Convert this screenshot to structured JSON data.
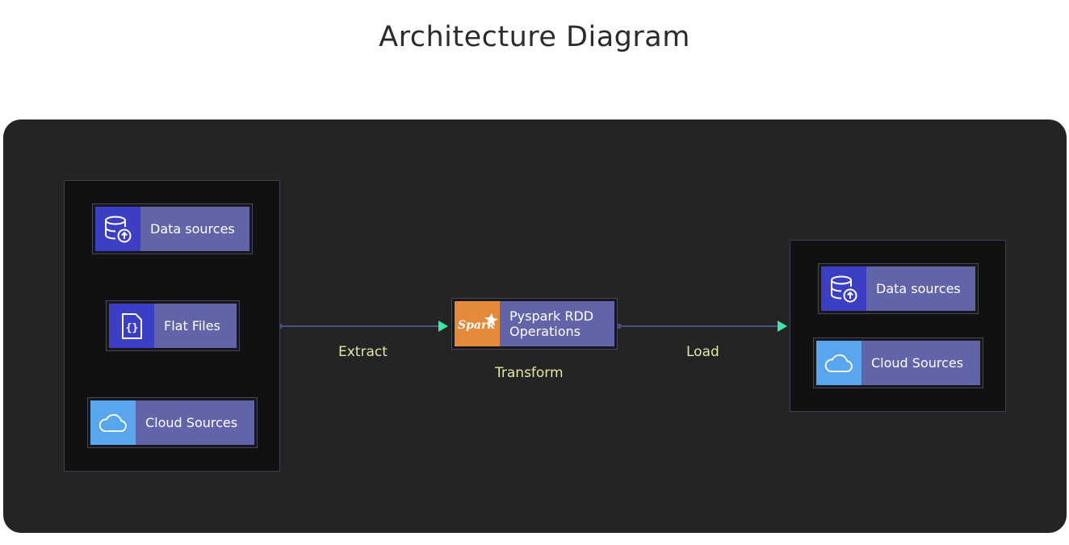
{
  "title": "Architecture Diagram",
  "source_group": {
    "nodes": [
      {
        "label": "Data sources",
        "icon": "database-upload-icon"
      },
      {
        "label": "Flat Files",
        "icon": "json-file-icon"
      },
      {
        "label": "Cloud Sources",
        "icon": "cloud-icon"
      }
    ]
  },
  "transform_node": {
    "label_line1": "Pyspark RDD",
    "label_line2": "Operations",
    "icon": "spark-logo-icon",
    "logo_text": "Spark"
  },
  "target_group": {
    "nodes": [
      {
        "label": "Data sources",
        "icon": "database-upload-icon"
      },
      {
        "label": "Cloud Sources",
        "icon": "cloud-icon"
      }
    ]
  },
  "edges": {
    "extract": "Extract",
    "transform": "Transform",
    "load": "Load"
  },
  "colors": {
    "canvas": "#242424",
    "group_background": "#111111",
    "group_border": "#3a3d5c",
    "node_label": "#6164a9",
    "database_icon": "#3c3fc4",
    "cloud_icon": "#5aa6ee",
    "spark_icon": "#e48a3a",
    "edge_line": "#4b5080",
    "arrow_head": "#3ee6a6",
    "edge_text": "#e6e6a8"
  }
}
